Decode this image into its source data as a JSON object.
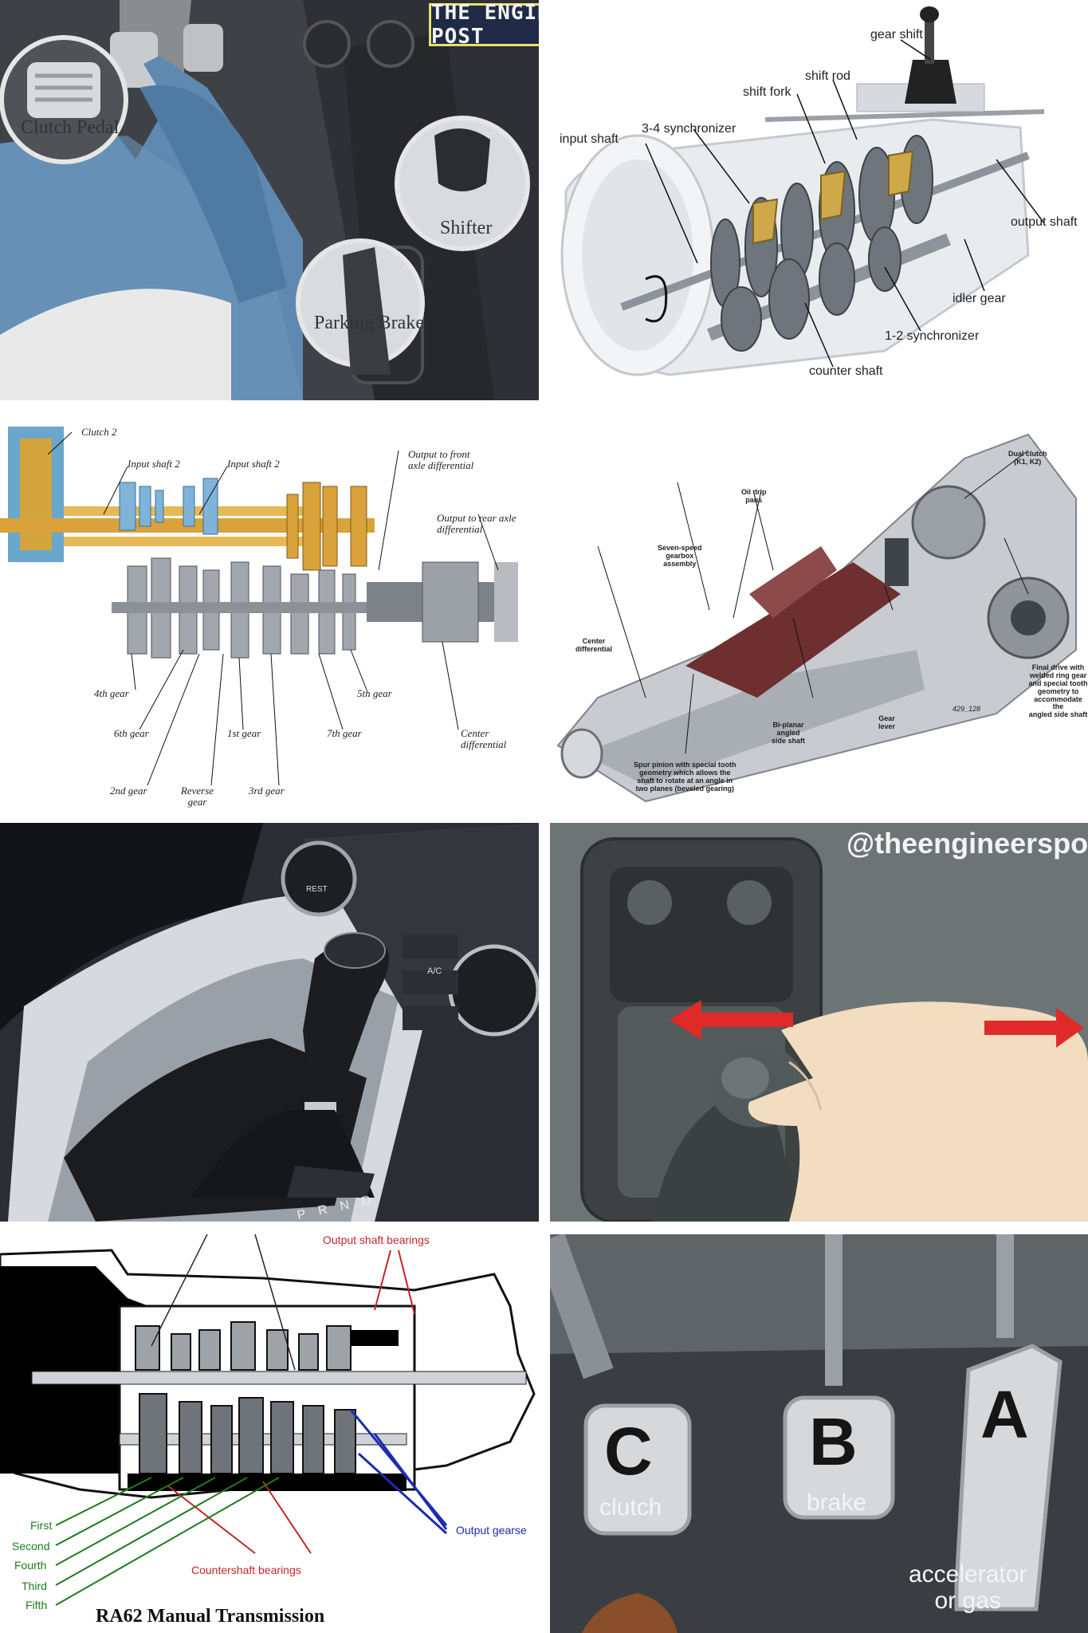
{
  "brand_badge": "THE ENGINEERS POST",
  "driver_controls": {
    "labels": {
      "clutch_pedal": "Clutch Pedal",
      "shifter": "Shifter",
      "parking_brake": "Parking Brake"
    }
  },
  "gearbox_cutaway": {
    "labels": {
      "gear_shift": "gear shift",
      "shift_rod": "shift rod",
      "shift_fork": "shift fork",
      "sync_34": "3-4 synchronizer",
      "input_shaft": "input shaft",
      "output_shaft": "output shaft",
      "idler_gear": "idler gear",
      "sync_12": "1-2 synchronizer",
      "counter_shaft": "counter shaft"
    }
  },
  "dual_clutch_section": {
    "labels": {
      "clutch2": "Clutch 2",
      "input_shaft_2a": "Input shaft 2",
      "input_shaft_2b": "Input shaft 2",
      "output_front": "Output to front axle differential",
      "output_rear": "Output to rear axle differential",
      "gear4": "4th gear",
      "gear6": "6th gear",
      "gear1": "1st gear",
      "gear7": "7th gear",
      "gear5": "5th gear",
      "center_diff": "Center differential",
      "gear2": "2nd gear",
      "reverse": "Reverse gear",
      "gear3": "3rd gear"
    }
  },
  "seven_speed_cutaway": {
    "labels": {
      "dual_clutch": "Dual clutch\n(K1, K2)",
      "oil_drip": "Oil drip\npans",
      "gearbox_assembly": "Seven-speed\ngearbox\nassembly",
      "center_diff": "Center\ndifferential",
      "final_drive": "Final drive with\nwelded ring gear\nand special tooth\ngeometry to\naccommodate the\nangled side shaft",
      "part_number": "429_128",
      "gear_lever": "Gear\nlever",
      "side_shaft": "Bi-planar\nangled\nside shaft",
      "spur_pinion": "Spur pinion with special tooth\ngeometry which allows the\nshaft to rotate at an angle in\ntwo planes (beveled gearing)"
    }
  },
  "shifter_closeup": {
    "labels": {
      "ac": "A/C",
      "rest": "REST",
      "pattern": "P R N D"
    }
  },
  "neutral_shift": {
    "watermark": "@theengineerspost",
    "arrow_color": "#e02a2a"
  },
  "ra62_diagram": {
    "title": "RA62 Manual Transmission",
    "output_bearings": "Output shaft bearings",
    "output_gears": "Output gearse",
    "countershaft_bearings": "Countershaft bearings",
    "gears": [
      "First",
      "Second",
      "Fourth",
      "Third",
      "Fifth"
    ],
    "colors": {
      "red": "#c2262a",
      "green": "#1e7b1e",
      "blue": "#1d2bb0"
    }
  },
  "pedals": {
    "clutch": {
      "letter": "C",
      "name": "clutch"
    },
    "brake": {
      "letter": "B",
      "name": "brake"
    },
    "accelerator": {
      "letter": "A",
      "name": "accelerator\nor gas"
    }
  }
}
